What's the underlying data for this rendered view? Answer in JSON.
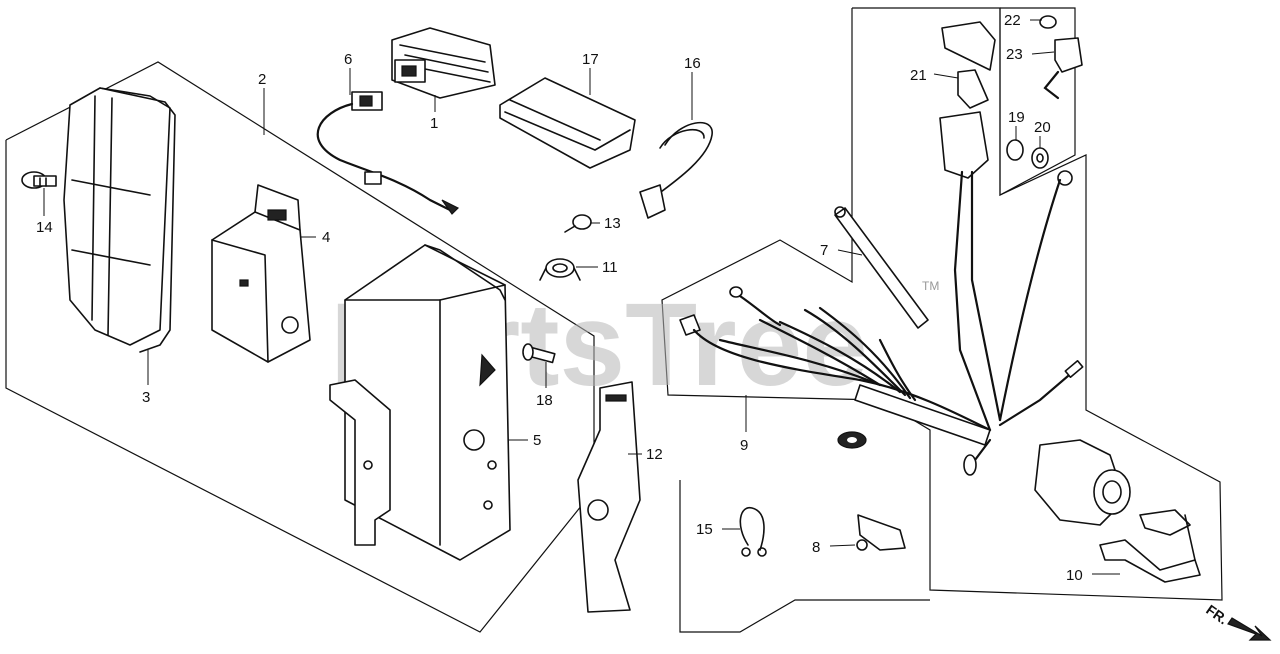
{
  "watermark": {
    "text": "PartsTree",
    "trademark": "TM"
  },
  "direction_marker": {
    "text": "FR."
  },
  "callouts": [
    {
      "id": "c1",
      "label": "1"
    },
    {
      "id": "c2",
      "label": "2"
    },
    {
      "id": "c3",
      "label": "3"
    },
    {
      "id": "c4",
      "label": "4"
    },
    {
      "id": "c5",
      "label": "5"
    },
    {
      "id": "c6",
      "label": "6"
    },
    {
      "id": "c7",
      "label": "7"
    },
    {
      "id": "c8",
      "label": "8"
    },
    {
      "id": "c9",
      "label": "9"
    },
    {
      "id": "c10",
      "label": "10"
    },
    {
      "id": "c11",
      "label": "11"
    },
    {
      "id": "c12",
      "label": "12"
    },
    {
      "id": "c13",
      "label": "13"
    },
    {
      "id": "c14",
      "label": "14"
    },
    {
      "id": "c15",
      "label": "15"
    },
    {
      "id": "c16",
      "label": "16"
    },
    {
      "id": "c17",
      "label": "17"
    },
    {
      "id": "c18",
      "label": "18"
    },
    {
      "id": "c19",
      "label": "19"
    },
    {
      "id": "c20",
      "label": "20"
    },
    {
      "id": "c21",
      "label": "21"
    },
    {
      "id": "c22",
      "label": "22"
    },
    {
      "id": "c23",
      "label": "23"
    }
  ]
}
